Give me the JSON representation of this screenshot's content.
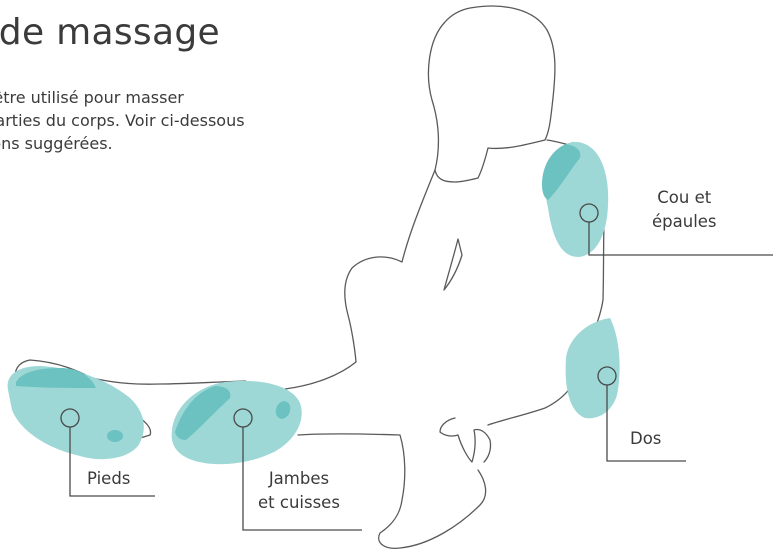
{
  "title": "s de massage",
  "intro": {
    "line1": "eut être utilisé pour masser",
    "line2": "es parties du corps. Voir ci-dessous",
    "line3": "cations suggérées."
  },
  "labels": {
    "neck": {
      "line1": "Cou et",
      "line2": "épaules"
    },
    "back": "Dos",
    "feet": "Pieds",
    "legs": {
      "line1": "Jambes",
      "line2": "et cuisses"
    }
  },
  "colors": {
    "zone": "#9dd8d6",
    "zone_dark": "#6cc2c0",
    "outline": "#5a5a5a",
    "text": "#3a3a3a"
  }
}
